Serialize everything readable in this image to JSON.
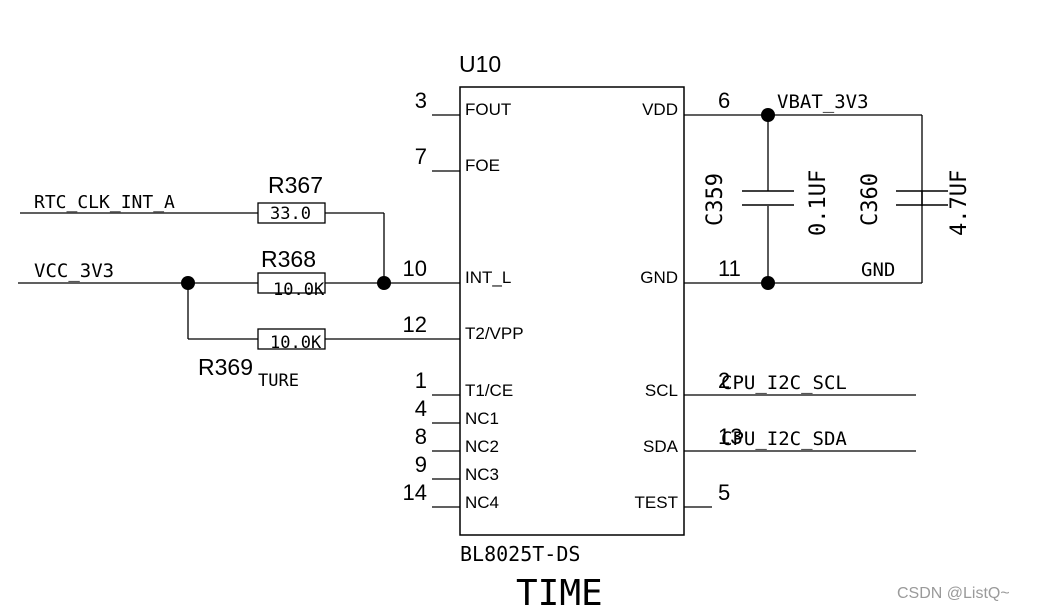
{
  "chip": {
    "refdes": "U10",
    "part": "BL8025T-DS",
    "left_pins": [
      {
        "num": "3",
        "name": "FOUT"
      },
      {
        "num": "7",
        "name": "FOE"
      },
      {
        "num": "10",
        "name": "INT_L"
      },
      {
        "num": "12",
        "name": "T2/VPP"
      },
      {
        "num": "1",
        "name": "T1/CE"
      },
      {
        "num": "4",
        "name": "NC1"
      },
      {
        "num": "8",
        "name": "NC2"
      },
      {
        "num": "9",
        "name": "NC3"
      },
      {
        "num": "14",
        "name": "NC4"
      }
    ],
    "right_pins": [
      {
        "num": "6",
        "name": "VDD"
      },
      {
        "num": "11",
        "name": "GND"
      },
      {
        "num": "2",
        "name": "SCL"
      },
      {
        "num": "13",
        "name": "SDA"
      },
      {
        "num": "5",
        "name": "TEST"
      }
    ]
  },
  "nets": {
    "rtc_clk": "RTC_CLK_INT_A",
    "vcc": "VCC_3V3",
    "vbat": "VBAT_3V3",
    "gnd": "GND",
    "scl": "CPU_I2C_SCL",
    "sda": "CPU_I2C_SDA"
  },
  "resistors": [
    {
      "ref": "R367",
      "value": "33.0"
    },
    {
      "ref": "R368",
      "value": "10.0K"
    },
    {
      "ref": "R369",
      "value": "10.0K",
      "note": "TURE"
    }
  ],
  "capacitors": [
    {
      "ref": "C359",
      "value": "0.1UF"
    },
    {
      "ref": "C360",
      "value": "4.7UF"
    }
  ],
  "title": "TIME",
  "watermark": "CSDN @ListQ~"
}
